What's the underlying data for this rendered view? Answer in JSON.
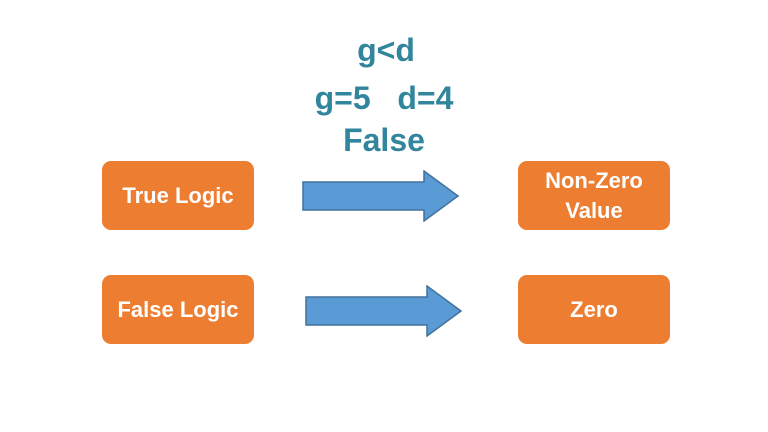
{
  "expression": {
    "condition": "g<d",
    "values": "g=5   d=4",
    "result": "False"
  },
  "boxes": {
    "true_logic": "True Logic",
    "false_logic": "False Logic",
    "non_zero_value": "Non-Zero Value",
    "zero": "Zero"
  },
  "colors": {
    "box_fill": "#ed7d31",
    "arrow_fill": "#5b9bd5",
    "arrow_stroke": "#41719c",
    "text_teal": "#31859c"
  }
}
